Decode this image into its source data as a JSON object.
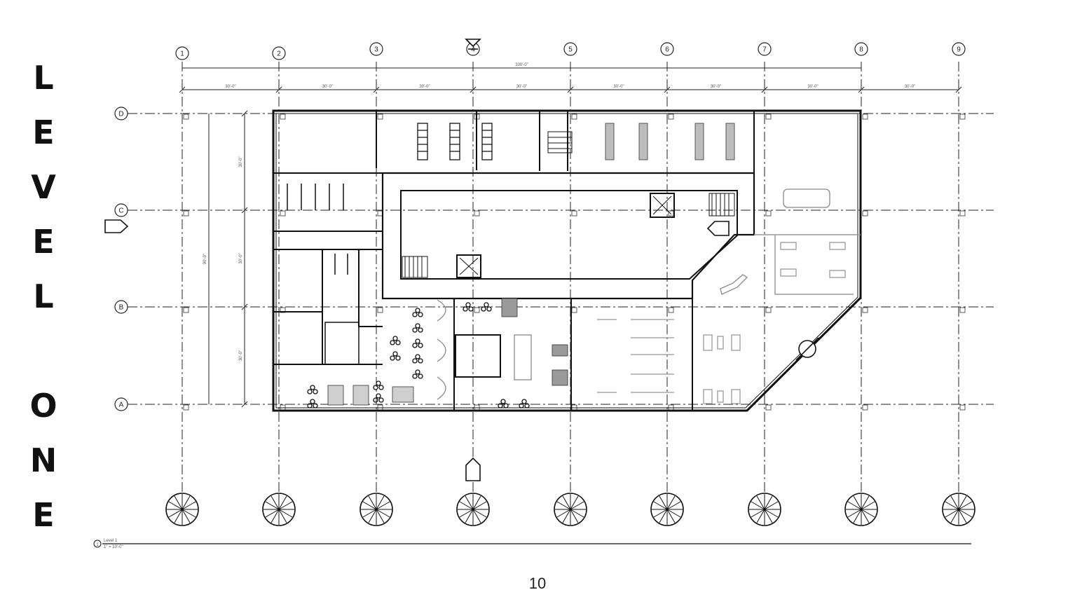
{
  "sheet": {
    "title_letters": [
      "L",
      "E",
      "V",
      "E",
      "L",
      "",
      "O",
      "N",
      "E"
    ],
    "page_number": "10"
  },
  "grid": {
    "columns": [
      "1",
      "2",
      "3",
      "4",
      "5",
      "6",
      "7",
      "8",
      "9"
    ],
    "rows": [
      "D",
      "C",
      "B",
      "A"
    ]
  },
  "dimensions": {
    "overall": "330'-0\"",
    "bays": [
      "30'-0\"",
      "30'-0\"",
      "30'-0\"",
      "30'-0\"",
      "30'-0\"",
      "30'-0\"",
      "30'-0\"",
      "30'-0\""
    ],
    "row_overall": "90'-0\"",
    "row_bays": [
      "30'-0\"",
      "30'-0\"",
      "30'-0\""
    ]
  },
  "view_label": {
    "number": "1",
    "name": "Level 1",
    "scale": "1\" = 10'-0\""
  },
  "trees": {
    "count": 9
  }
}
